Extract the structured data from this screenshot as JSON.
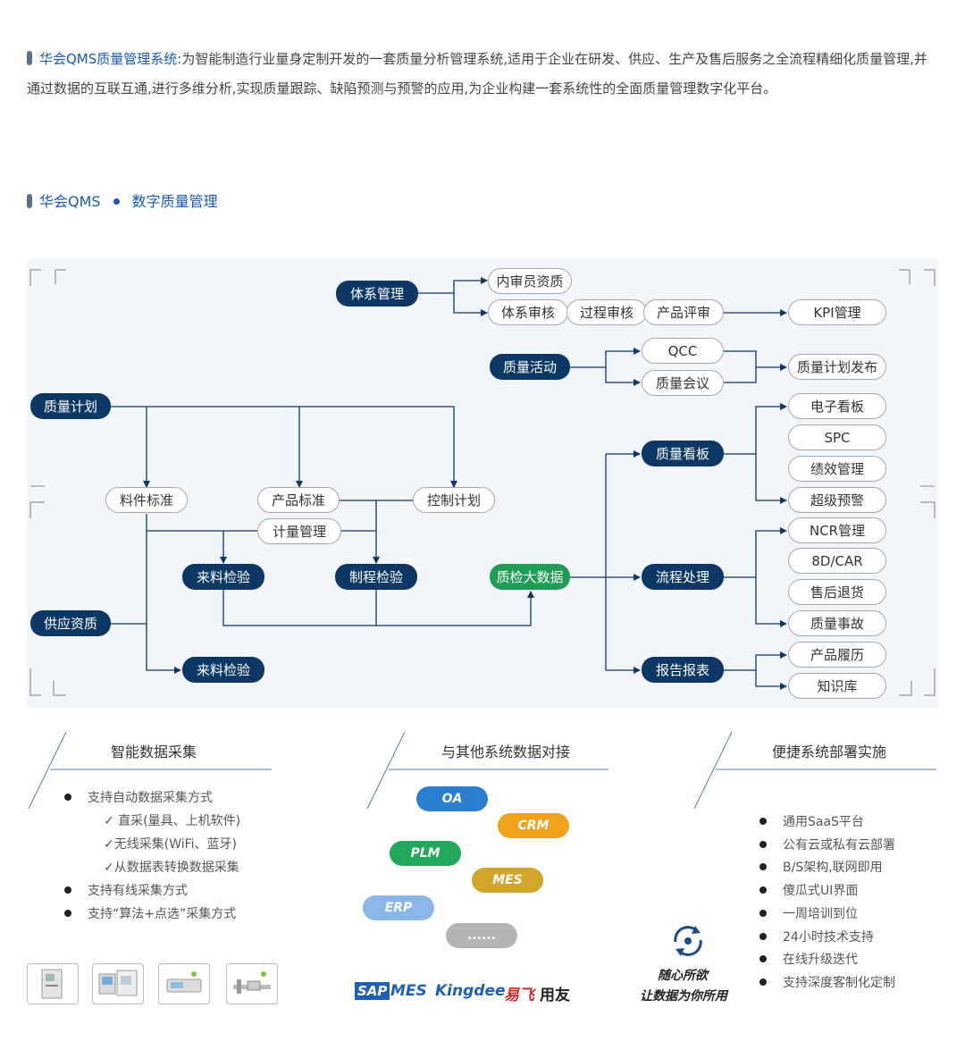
{
  "intro": {
    "title": "华会QMS质量管理系统:",
    "text": "为智能制造行业量身定制开发的一套质量分析管理系统,适用于企业在研发、供应、生产及售后服务之全流程精细化质量管理,并通过数据的互联互通,进行多维分析,实现质量跟踪、缺陷预测与预警的应用,为企业构建一套系统性的全面质量管理数字化平台。"
  },
  "section": {
    "left": "华会QMS",
    "right": "数字质量管理"
  },
  "diagram": {
    "system_mgmt": "体系管理",
    "internal_auditor": "内审员资质",
    "system_audit": "体系审核",
    "process_audit": "过程审核",
    "product_review": "产品评审",
    "kpi": "KPI管理",
    "quality_activity": "质量活动",
    "qcc": "QCC",
    "quality_meeting": "质量会议",
    "quality_plan_release": "质量计划发布",
    "quality_plan": "质量计划",
    "material_standard": "料件标准",
    "product_standard": "产品标准",
    "control_plan": "控制计划",
    "metering": "计量管理",
    "incoming_inspection": "来料检验",
    "process_inspection": "制程检验",
    "big_data": "质检大数据",
    "supplier_qual": "供应资质",
    "incoming_inspection_2": "来料检验",
    "quality_board": "质量看板",
    "flow_processing": "流程处理",
    "reports": "报告报表",
    "e_board": "电子看板",
    "spc": "SPC",
    "performance": "绩效管理",
    "super_warning": "超级预警",
    "ncr": "NCR管理",
    "8d": "8D/CAR",
    "aftersale_return": "售后退货",
    "quality_accident": "质量事故",
    "product_history": "产品履历",
    "knowledge_base": "知识库"
  },
  "panels": {
    "collect": {
      "title": "智能数据采集",
      "items": [
        "支持自动数据采集方式",
        "✓ 直采(量具、上机软件)",
        "✓无线采集(WiFi、蓝牙)",
        "✓从数据表转换数据采集",
        "支持有线采集方式",
        "支持“算法+点选”采集方式"
      ]
    },
    "integration": {
      "title": "与其他系统数据对接",
      "tags": [
        "OA",
        "CRM",
        "PLM",
        "MES",
        "ERP",
        "......"
      ],
      "logos": [
        "SAP",
        "MES",
        "Kingdee",
        "易飞",
        "用友"
      ]
    },
    "deploy": {
      "title": "便捷系统部署实施",
      "slogan1": "随心所欲",
      "slogan2": "让数据为你所用",
      "items": [
        "通用SaaS平台",
        "公有云或私有云部署",
        "B/S架构,联网即用",
        "傻瓜式UI界面",
        "一周培训到位",
        "24小时技术支持",
        "在线升级迭代",
        "支持深度客制化定制"
      ]
    }
  },
  "colors": {
    "dark_node": "#0d3866",
    "green_node": "#1e9e54",
    "accent": "#1a58b3"
  }
}
